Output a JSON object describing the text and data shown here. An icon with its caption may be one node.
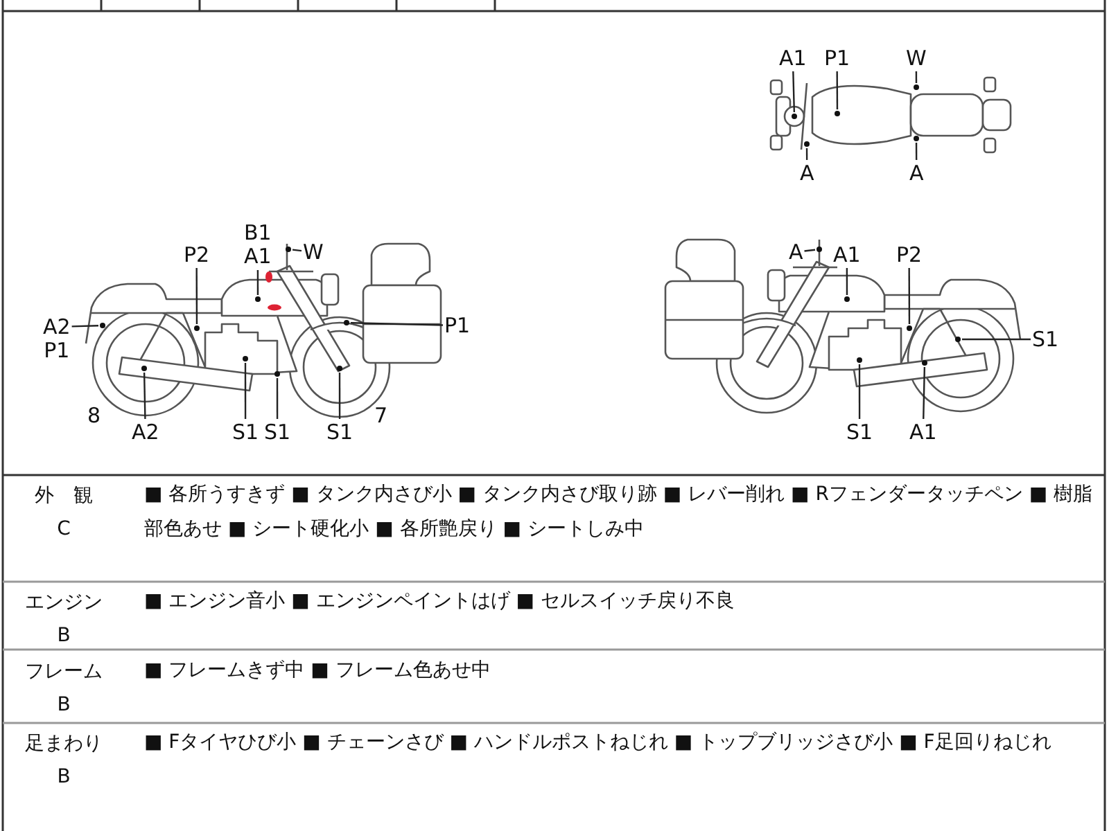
{
  "diagram": {
    "nodes": [
      {
        "text": [
          "A1"
        ]
      },
      {
        "text": [],
        "shape": "circle"
      },
      {
        "text": [
          "P1"
        ]
      },
      {
        "text": [],
        "shape": "circle"
      },
      {
        "text": [
          "W"
        ]
      },
      {
        "text": [],
        "shape": "circle"
      },
      {
        "text": [
          "A"
        ]
      },
      {
        "text": [],
        "shape": "circle"
      },
      {
        "text": [
          "A"
        ]
      },
      {
        "text": [],
        "shape": "circle"
      },
      {
        "text": [
          "B1",
          "A1"
        ]
      },
      {
        "text": [],
        "shape": "circle"
      },
      {
        "text": [
          "W"
        ]
      },
      {
        "text": [],
        "shape": "circle"
      },
      {
        "text": [
          "P2"
        ]
      },
      {
        "text": [],
        "shape": "circle"
      },
      {
        "text": [
          "A2",
          "P1"
        ]
      },
      {
        "text": [],
        "shape": "circle"
      },
      {
        "text": [
          "P1"
        ]
      },
      {
        "text": [],
        "shape": "circle"
      },
      {
        "text": [
          "A2"
        ]
      },
      {
        "text": [],
        "shape": "circle"
      },
      {
        "text": [
          "S1"
        ]
      },
      {
        "text": [],
        "shape": "circle"
      },
      {
        "text": [
          "S1"
        ]
      },
      {
        "text": [],
        "shape": "circle"
      },
      {
        "text": [
          "S1"
        ]
      },
      {
        "text": [],
        "shape": "circle"
      },
      {
        "text": [
          "A"
        ]
      },
      {
        "text": [],
        "shape": "circle"
      },
      {
        "text": [
          "A1"
        ]
      },
      {
        "text": [],
        "shape": "circle"
      },
      {
        "text": [
          "P2"
        ]
      },
      {
        "text": [],
        "shape": "circle"
      },
      {
        "text": [
          "S1"
        ]
      },
      {
        "text": [],
        "shape": "circle"
      },
      {
        "text": [
          "S1"
        ]
      },
      {
        "text": [],
        "shape": "circle"
      },
      {
        "text": [
          "A1"
        ]
      },
      {
        "text": [],
        "shape": "circle"
      },
      {
        "text": [
          "外　観",
          "C"
        ]
      },
      {
        "text": [
          "■ 各所うすきず ■ タンク内さび小 ■ タンク内さび取り跡 ■ レバー削れ ■ Rフェンダータッチペン ■ 樹脂部色あせ ■ シート硬化小 ■ 各所艶戻り ■ シートしみ中"
        ]
      },
      {
        "text": [
          "エンジン",
          "B"
        ]
      },
      {
        "text": [
          "■ エンジン音小 ■ エンジンペイントはげ ■ セルスイッチ戻り不良"
        ]
      },
      {
        "text": [
          "フレーム",
          "B"
        ]
      },
      {
        "text": [
          "■ フレームきず中 ■ フレーム色あせ中"
        ]
      },
      {
        "text": [
          "足まわり",
          "B"
        ]
      },
      {
        "text": [
          "■ Fタイヤひび小 ■ チェーンさび ■ ハンドルポストねじれ ■ トップブリッジさび小 ■ F足回りねじれ"
        ]
      }
    ],
    "edges": [
      {
        "from": 0,
        "to": 1,
        "arrow": "none"
      },
      {
        "from": 2,
        "to": 3,
        "arrow": "none"
      },
      {
        "from": 4,
        "to": 5,
        "arrow": "none"
      },
      {
        "from": 6,
        "to": 7,
        "arrow": "none"
      },
      {
        "from": 8,
        "to": 9,
        "arrow": "none"
      },
      {
        "from": 10,
        "to": 11,
        "arrow": "none"
      },
      {
        "from": 12,
        "to": 13,
        "arrow": "none"
      },
      {
        "from": 14,
        "to": 15,
        "arrow": "none"
      },
      {
        "from": 16,
        "to": 17,
        "arrow": "none"
      },
      {
        "from": 18,
        "to": 19,
        "arrow": "none"
      },
      {
        "from": 20,
        "to": 21,
        "arrow": "none"
      },
      {
        "from": 22,
        "to": 23,
        "arrow": "none"
      },
      {
        "from": 24,
        "to": 25,
        "arrow": "none"
      },
      {
        "from": 26,
        "to": 27,
        "arrow": "none"
      },
      {
        "from": 28,
        "to": 29,
        "arrow": "none"
      },
      {
        "from": 30,
        "to": 31,
        "arrow": "none"
      },
      {
        "from": 32,
        "to": 33,
        "arrow": "none"
      },
      {
        "from": 34,
        "to": 35,
        "arrow": "none"
      },
      {
        "from": 36,
        "to": 37,
        "arrow": "none"
      },
      {
        "from": 38,
        "to": 39,
        "arrow": "none"
      }
    ],
    "labels": [
      "8",
      "7"
    ]
  }
}
